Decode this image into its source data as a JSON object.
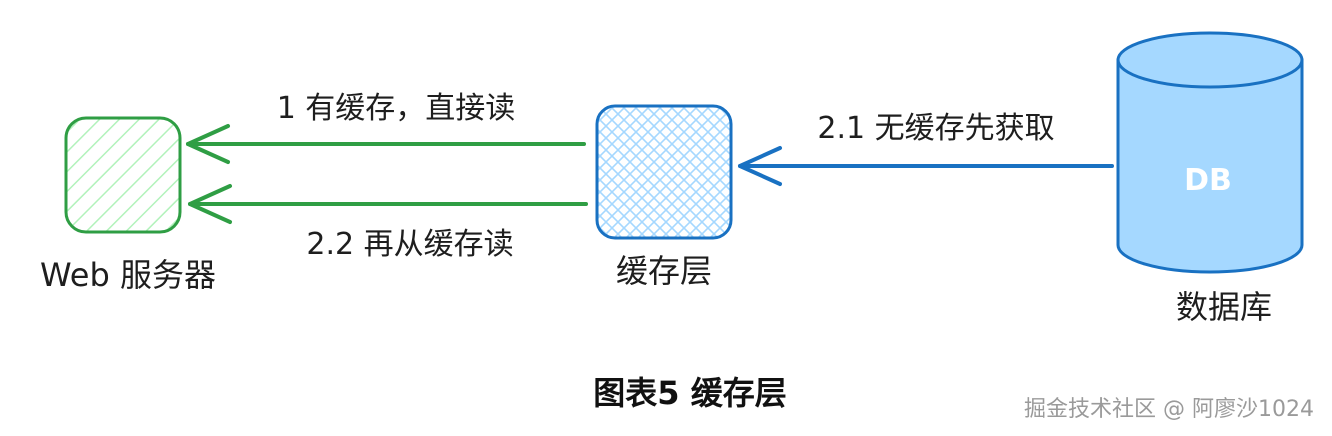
{
  "colors": {
    "web_stroke": "#2f9e44",
    "web_hatch": "#b2f2bb",
    "cache_stroke": "#1971c2",
    "cache_hatch": "#a5d8ff",
    "db_fill": "#a5d8ff",
    "db_stroke": "#1971c2",
    "arrow_green": "#2f9e44",
    "arrow_blue": "#1971c2"
  },
  "nodes": {
    "web_server": "Web 服务器",
    "cache_layer": "缓存层",
    "database_label": "数据库",
    "database_inner": "DB"
  },
  "edges": {
    "cache_hit": "1 有缓存，直接读",
    "cache_reload": "2.2 再从缓存读",
    "cache_miss_fetch": "2.1 无缓存先获取"
  },
  "caption": "图表5 缓存层",
  "watermark": "掘金技术社区 @ 阿廖沙1024"
}
